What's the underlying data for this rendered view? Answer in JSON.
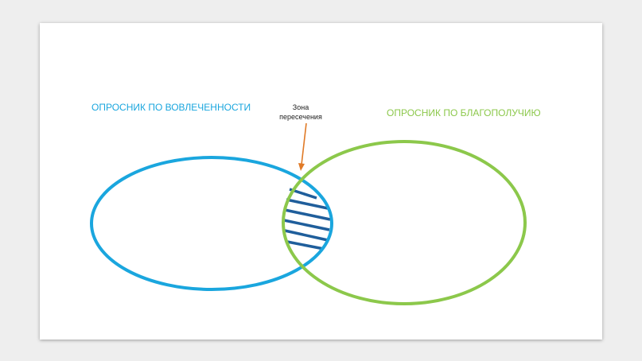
{
  "diagram": {
    "type": "venn",
    "sets": [
      {
        "label": "ОПРОСНИК ПО ВОВЛЕЧЕННОСТИ",
        "color": "#1aa6de"
      },
      {
        "label": "ОПРОСНИК ПО БЛАГОПОЛУЧИЮ",
        "color": "#8cc84b"
      }
    ],
    "intersection": {
      "label_line1": "Зона",
      "label_line2": "пересечения",
      "hatch_color": "#1f5e9b",
      "arrow_color": "#e07a27"
    }
  }
}
